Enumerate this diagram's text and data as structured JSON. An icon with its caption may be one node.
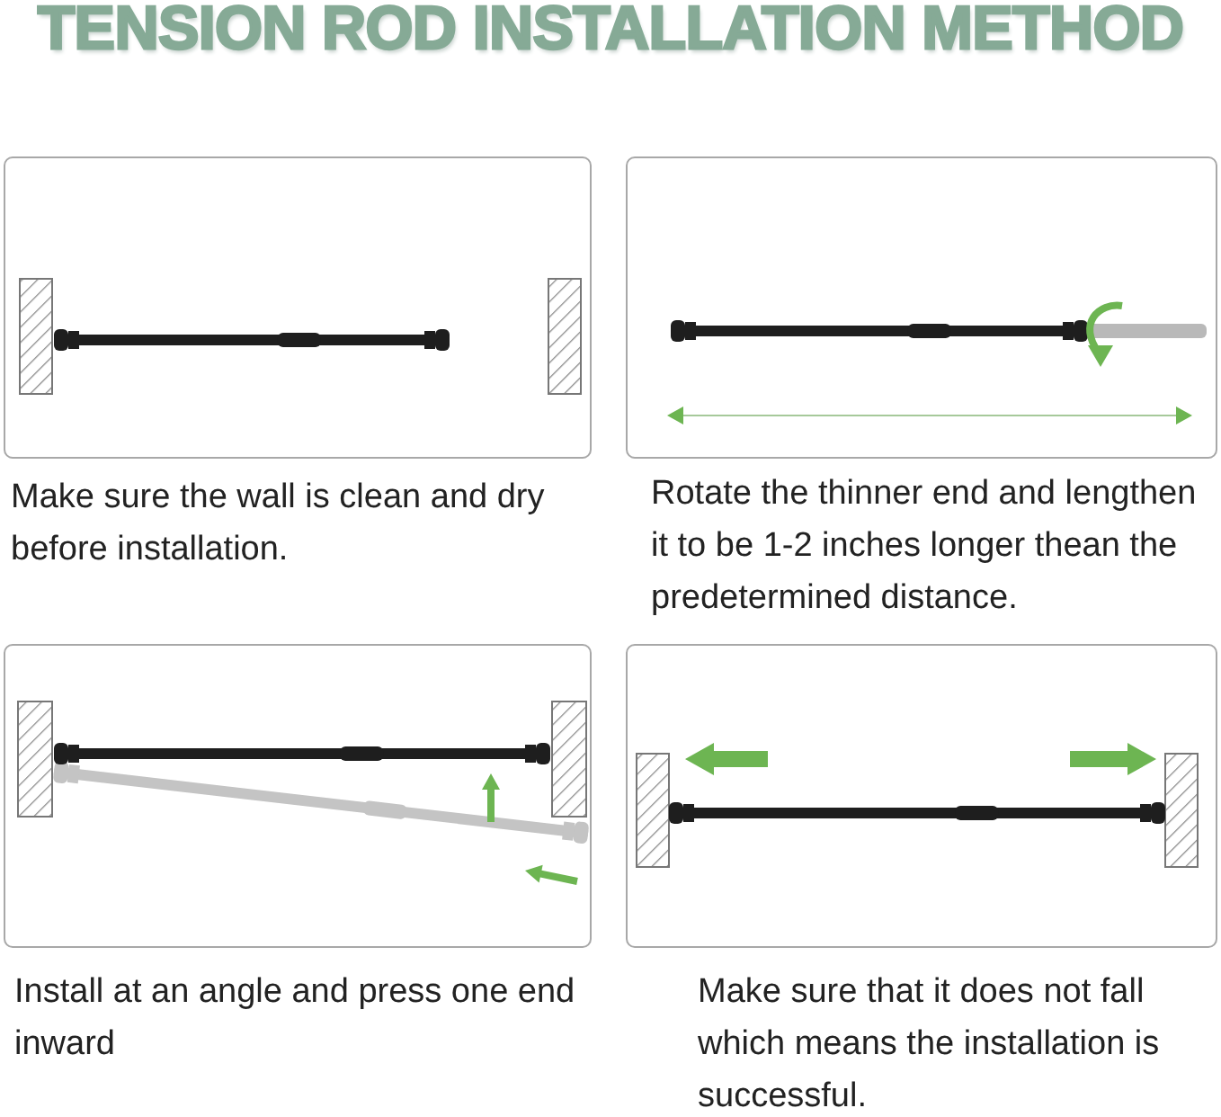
{
  "diagram": {
    "title": "TENSION ROD INSTALLATION METHOD",
    "nodes": [
      {
        "text": [],
        "shape": "picture",
        "beside": [
          "Make sure the wall is clean and dry before installation."
        ]
      },
      {
        "text": [],
        "shape": "picture",
        "beside": [
          "Rotate the thinner end and lengthen it to be 1-2 inches longer thean the predetermined distance."
        ]
      },
      {
        "text": [],
        "shape": "picture",
        "beside": [
          "Install at an angle and press one end inward"
        ]
      },
      {
        "text": [],
        "shape": "picture",
        "beside": [
          "Make sure that it does not fall which means the installation is successful."
        ]
      }
    ]
  }
}
